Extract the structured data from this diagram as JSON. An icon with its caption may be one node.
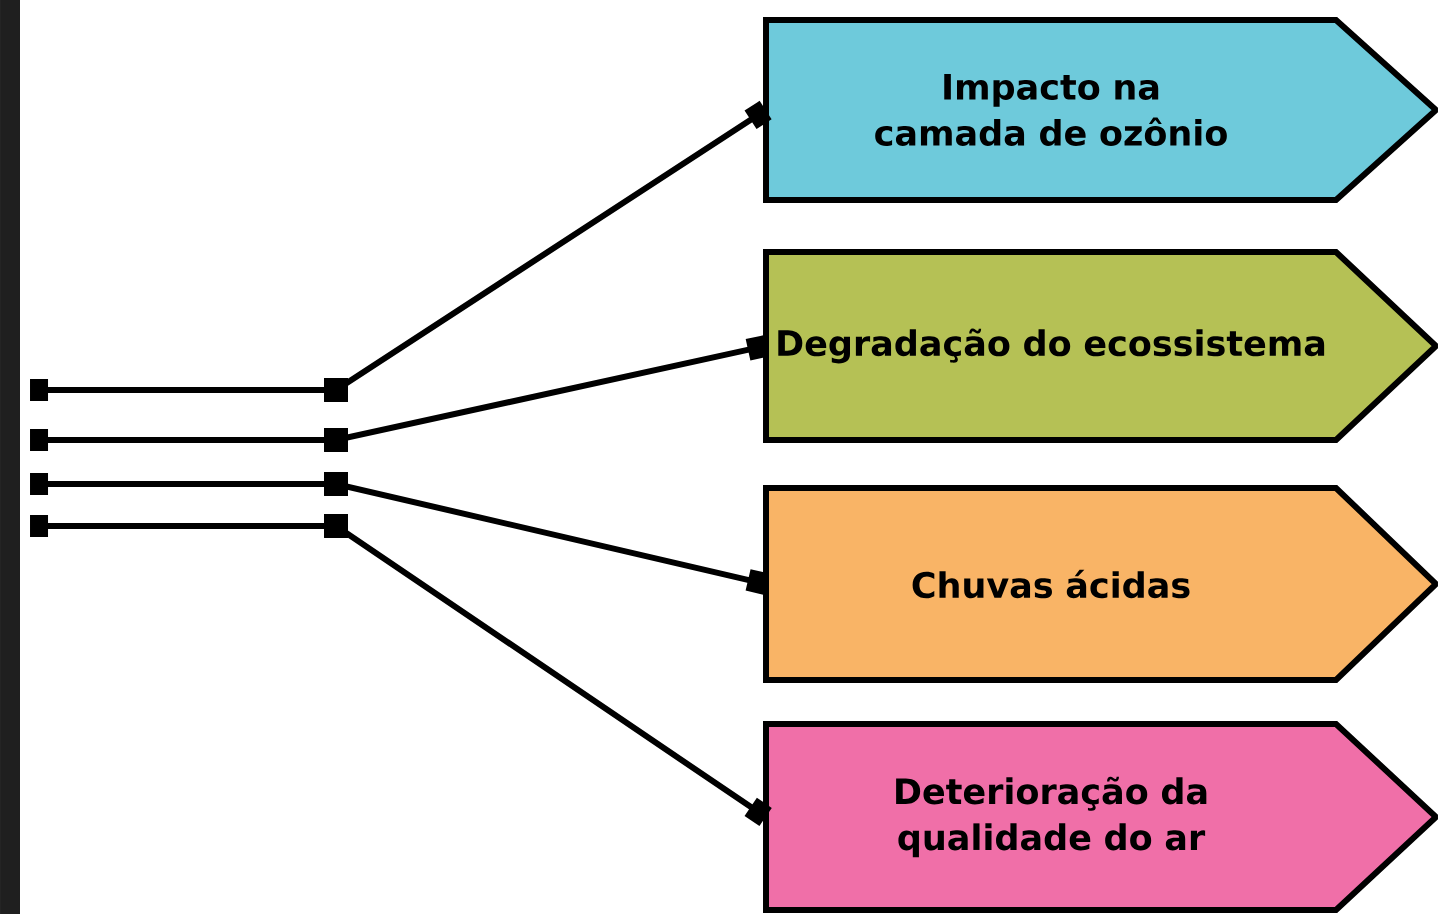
{
  "diagram": {
    "nodes": [
      {
        "text": [
          "Impacto na camada de ozônio"
        ]
      },
      {
        "text": [
          "Degradação do ecossistema"
        ]
      },
      {
        "text": [
          "Chuvas ácidas"
        ]
      },
      {
        "text": [
          "Deterioração da qualidade do ar"
        ]
      }
    ],
    "edges": [
      {
        "from": null,
        "to": 0,
        "arrow": "other"
      },
      {
        "from": null,
        "to": 1,
        "arrow": "other"
      },
      {
        "from": null,
        "to": 2,
        "arrow": "other"
      },
      {
        "from": null,
        "to": 3,
        "arrow": "other"
      }
    ]
  }
}
